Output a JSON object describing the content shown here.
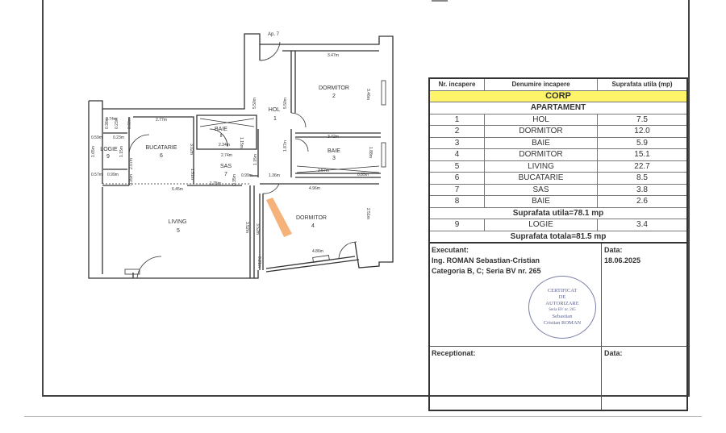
{
  "plan": {
    "apartment_label": "Ap. 7",
    "rooms": [
      {
        "name": "HOL",
        "nr": "1"
      },
      {
        "name": "DORMITOR",
        "nr": "2"
      },
      {
        "name": "BAIE",
        "nr": "3"
      },
      {
        "name": "DORMITOR",
        "nr": "4"
      },
      {
        "name": "LIVING",
        "nr": "5"
      },
      {
        "name": "BUCATARIE",
        "nr": "6"
      },
      {
        "name": "SAS",
        "nr": "7"
      },
      {
        "name": "BAIE",
        "nr": "8"
      },
      {
        "name": "LOGIE",
        "nr": "9"
      }
    ],
    "dims": [
      "3.47m",
      "3.46m",
      "5.50m",
      "5.50m",
      "3.42m",
      "1.87m",
      "1.88m",
      "2.57m",
      "0.85m",
      "1.36m",
      "4.96m",
      "2.51m",
      "4.86m",
      "0.21m",
      "3.52m",
      "3.52m",
      "6.45m",
      "1.75m",
      "0.99m",
      "0.35m",
      "1.15m",
      "1.51m",
      "2.74m",
      "2.34m",
      "1.15m",
      "3.02m",
      "2.77m",
      "0.74m",
      "0.38m",
      "0.23m",
      "0.60m",
      "0.59m",
      "0.23m",
      "1.65m",
      "0.57m",
      "0.99m",
      "0.35m",
      "2.07m",
      "1.15m"
    ]
  },
  "table": {
    "headers": [
      "Nr. incapere",
      "Denumire incapere",
      "Suprafata utila (mp)"
    ],
    "corp": "CORP",
    "apartament": "APARTAMENT",
    "rows": [
      [
        "1",
        "HOL",
        "7.5"
      ],
      [
        "2",
        "DORMITOR",
        "12.0"
      ],
      [
        "3",
        "BAIE",
        "5.9"
      ],
      [
        "4",
        "DORMITOR",
        "15.1"
      ],
      [
        "5",
        "LIVING",
        "22.7"
      ],
      [
        "6",
        "BUCATARIE",
        "8.5"
      ],
      [
        "7",
        "SAS",
        "3.8"
      ],
      [
        "8",
        "BAIE",
        "2.6"
      ]
    ],
    "suprafata_utila": "Suprafata utila=78.1 mp",
    "extra_row": [
      "9",
      "LOGIE",
      "3.4"
    ],
    "suprafata_totala": "Suprafata totala=81.5 mp",
    "executant_label": "Executant:",
    "executant_name": "Ing. ROMAN Sebastian-Cristian",
    "executant_cat": "Categoria B, C; Seria BV nr. 265",
    "data_label": "Data:",
    "data_value": "18.06.2025",
    "stamp": [
      "CERTIFICAT",
      "DE",
      "AUTORIZARE",
      "Seria BV nr. 265",
      "Sebastian",
      "Cristian ROMAN"
    ],
    "receptionat_label": "Receptionat:",
    "data2_label": "Data:"
  }
}
